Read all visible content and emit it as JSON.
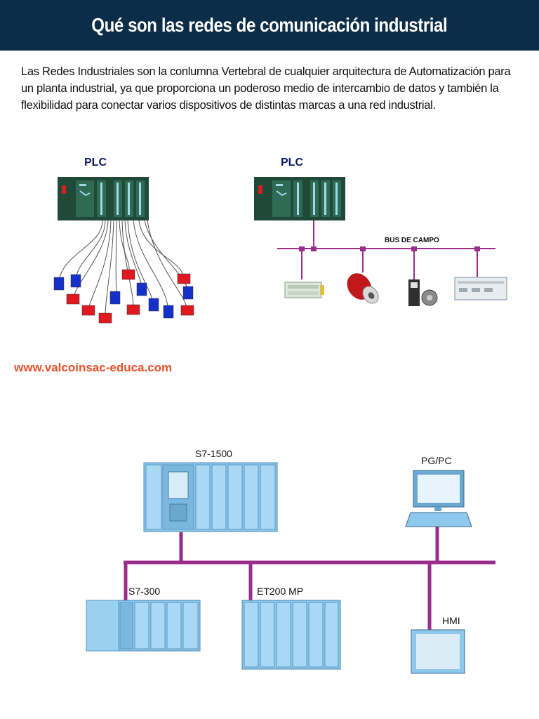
{
  "header": {
    "title": "Qué son las redes de comunicación industrial"
  },
  "intro": {
    "text": "Las Redes Industriales son la conlumna  Vertebral de cualquier arquitectura de  Automatización para un planta industrial, ya que proporciona un poderoso medio de intercambio de datos y  también la flexibilidad para conectar varios dispositivos de distintas marcas a una red industrial."
  },
  "diagram_top": {
    "left_plc_label": "PLC",
    "right_plc_label": "PLC",
    "bus_label": "BUS DE CAMPO"
  },
  "website": "www.valcoinsac-educa.com",
  "diagram_bottom": {
    "s7_1500": "S7-1500",
    "pg_pc": "PG/PC",
    "s7_300": "S7-300",
    "et200mp": "ET200 MP",
    "hmi": "HMI"
  },
  "colors": {
    "header_bg": "#0c2d48",
    "bus_purple": "#9a2c8c",
    "device_blue": "#1430c8",
    "device_red": "#e01820",
    "plc_green": "#1f4a3a",
    "module_blue": "#8ec8ec",
    "website_orange": "#e8502a"
  }
}
